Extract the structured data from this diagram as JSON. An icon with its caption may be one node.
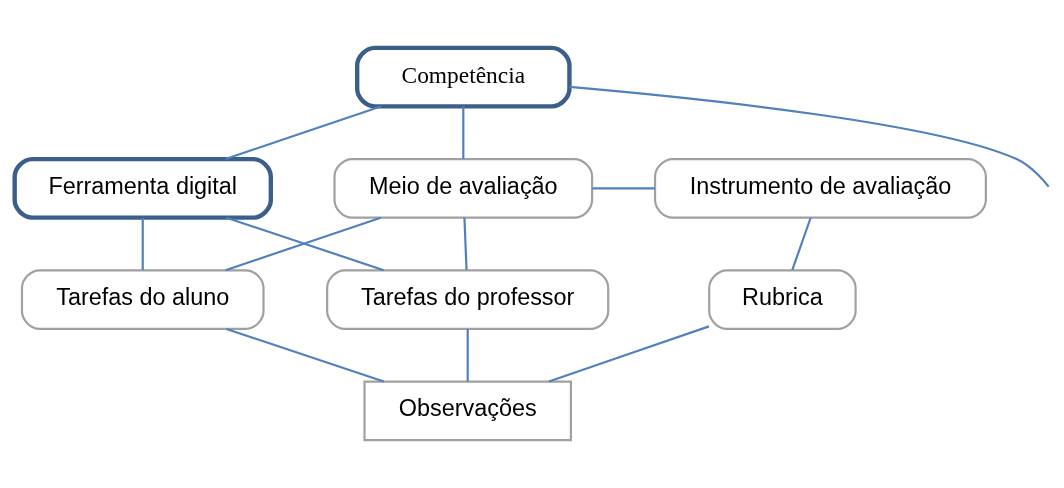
{
  "diagram": {
    "nodes": [
      {
        "text": [
          "Competência"
        ]
      },
      {
        "text": [
          "Ferramenta digital"
        ]
      },
      {
        "text": [
          "Meio de avaliação"
        ]
      },
      {
        "text": [
          "Instrumento de avaliação"
        ]
      },
      {
        "text": [
          "Tarefas do professor"
        ]
      },
      {
        "text": [
          "Tarefas do aluno"
        ]
      },
      {
        "text": [
          "Rubrica"
        ]
      },
      {
        "text": [
          "Observações"
        ]
      }
    ],
    "edges": [
      {
        "from": 0,
        "to": 1,
        "arrow": "none"
      },
      {
        "from": 0,
        "to": 2,
        "arrow": "none"
      },
      {
        "from": 0,
        "to": null,
        "arrow": "none"
      },
      {
        "from": 2,
        "to": 3,
        "arrow": "none"
      },
      {
        "from": 1,
        "to": 4,
        "arrow": "none"
      },
      {
        "from": 1,
        "to": 5,
        "arrow": "none"
      },
      {
        "from": 2,
        "to": 4,
        "arrow": "none"
      },
      {
        "from": 2,
        "to": 5,
        "arrow": "none"
      },
      {
        "from": 3,
        "to": 6,
        "arrow": "none"
      },
      {
        "from": 4,
        "to": 7,
        "arrow": "none"
      },
      {
        "from": 5,
        "to": 7,
        "arrow": "none"
      },
      {
        "from": 6,
        "to": 7,
        "arrow": "none"
      }
    ]
  }
}
